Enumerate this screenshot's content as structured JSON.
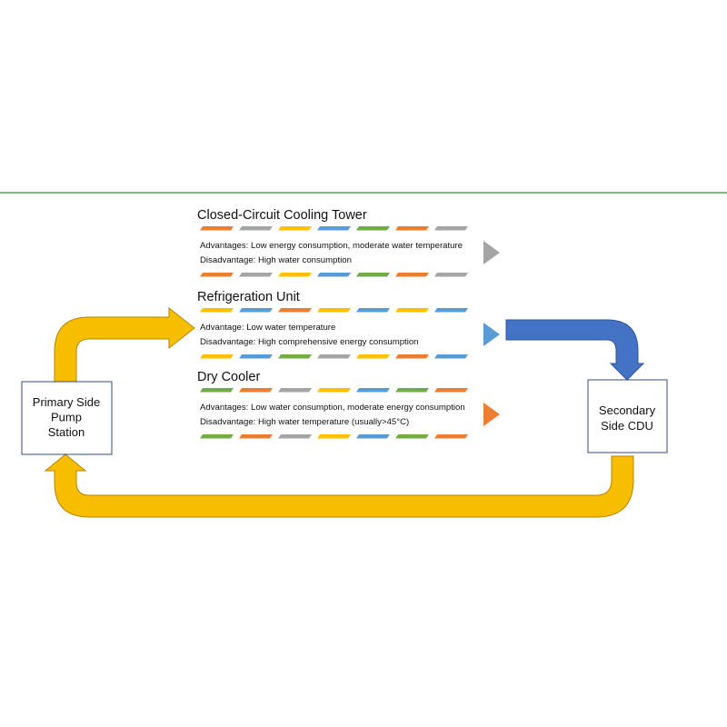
{
  "colors": {
    "divider": "#2e9b3f",
    "loop": "#f7be00",
    "loop_stroke": "#b38600",
    "flow_arrow": "#4472c4",
    "flow_arrow_stroke": "#2f5597",
    "box_stroke": "#2f4f7f",
    "stripe_orange": "#ed7d31",
    "stripe_gray": "#a5a5a5",
    "stripe_yellow": "#ffc000",
    "stripe_blue": "#5b9bd5",
    "stripe_green": "#70ad47"
  },
  "nodes": {
    "primary": [
      "Primary Side",
      "Pump",
      "Station"
    ],
    "secondary": [
      "Secondary",
      "Side CDU"
    ]
  },
  "options": [
    {
      "title": "Closed-Circuit Cooling Tower",
      "advantage": "Advantages: Low energy consumption, moderate water temperature",
      "disadvantage": "Disadvantage: High water consumption",
      "arrow_color": "#a5a5a5",
      "top_stripes": [
        "#ed7d31",
        "#a5a5a5",
        "#ffc000",
        "#5b9bd5",
        "#70ad47",
        "#ed7d31",
        "#a5a5a5"
      ],
      "bottom_stripes": [
        "#ed7d31",
        "#a5a5a5",
        "#ffc000",
        "#5b9bd5",
        "#70ad47",
        "#ed7d31",
        "#a5a5a5"
      ]
    },
    {
      "title": "Refrigeration Unit",
      "advantage": "Advantage: Low water temperature",
      "disadvantage": "Disadvantage: High comprehensive energy consumption",
      "arrow_color": "#5b9bd5",
      "top_stripes": [
        "#ffc000",
        "#5b9bd5",
        "#ed7d31",
        "#ffc000",
        "#5b9bd5",
        "#ffc000",
        "#5b9bd5"
      ],
      "bottom_stripes": [
        "#ffc000",
        "#5b9bd5",
        "#70ad47",
        "#a5a5a5",
        "#ffc000",
        "#ed7d31",
        "#5b9bd5"
      ]
    },
    {
      "title": "Dry Cooler",
      "advantage": "Advantages: Low water consumption, moderate energy consumption",
      "disadvantage": "Disadvantage: High water temperature (usually>45°C)",
      "arrow_color": "#ed7d31",
      "top_stripes": [
        "#70ad47",
        "#ed7d31",
        "#a5a5a5",
        "#ffc000",
        "#5b9bd5",
        "#70ad47",
        "#ed7d31"
      ],
      "bottom_stripes": [
        "#70ad47",
        "#ed7d31",
        "#a5a5a5",
        "#ffc000",
        "#5b9bd5",
        "#70ad47",
        "#ed7d31"
      ]
    }
  ]
}
